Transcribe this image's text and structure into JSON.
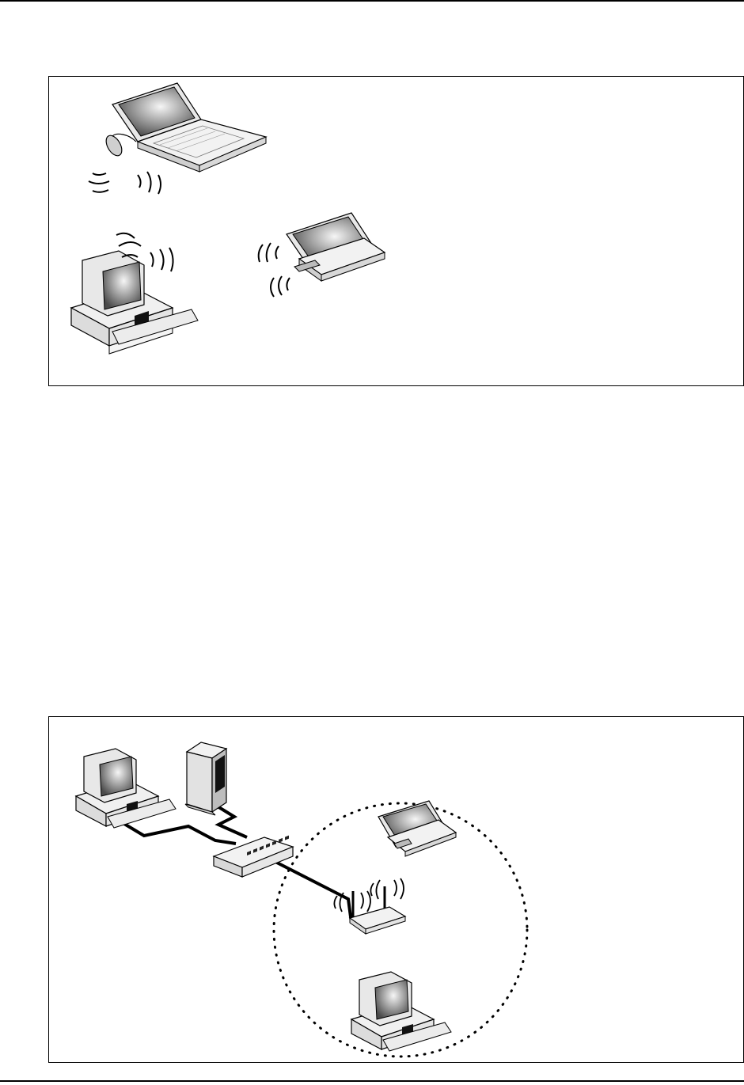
{
  "page": {
    "figures": [
      {
        "id": "adhoc",
        "devices": [
          "laptop-with-usb-adapter",
          "desktop-with-wireless-adapter",
          "laptop-with-pc-card"
        ]
      },
      {
        "id": "infrastructure",
        "devices": [
          "desktop",
          "server",
          "ethernet-switch",
          "wireless-access-point",
          "laptop-with-pc-card",
          "desktop"
        ]
      }
    ],
    "colors": {
      "ink": "#000000",
      "screen_dark": "#555555",
      "screen_light": "#f4f4f4",
      "device_fill": "#efefef"
    }
  }
}
